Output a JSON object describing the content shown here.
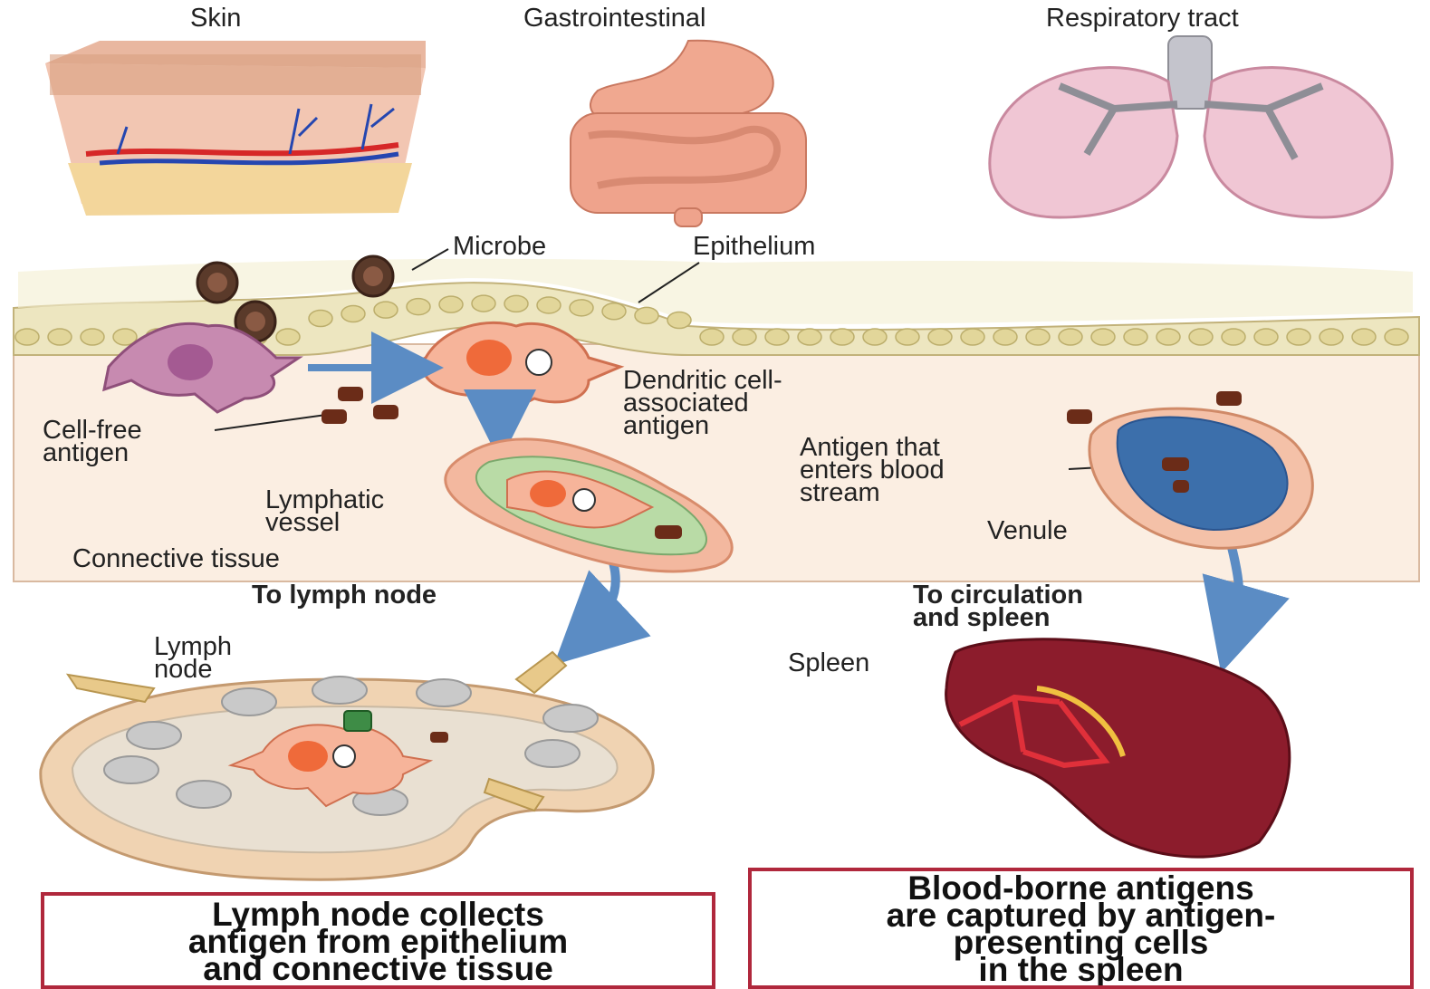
{
  "organs": {
    "skin": "Skin",
    "gastrointestinal": "Gastrointestinal",
    "respiratory": "Respiratory tract"
  },
  "labels": {
    "microbe": "Microbe",
    "epithelium": "Epithelium",
    "dendritic": "Dendritic cell-\nassociated\nantigen",
    "cell_free": "Cell-free\nantigen",
    "lymphatic_vessel": "Lymphatic\nvessel",
    "connective_tissue": "Connective tissue",
    "blood_antigen": "Antigen that\nenters blood\nstream",
    "venule": "Venule",
    "to_lymph_node": "To lymph node",
    "to_circulation": "To circulation\nand spleen",
    "lymph_node": "Lymph\nnode",
    "spleen": "Spleen"
  },
  "captions": {
    "lymph_node": "Lymph node collects\nantigen from epithelium\nand connective tissue",
    "spleen": "Blood-borne antigens\nare captured by antigen-\npresenting cells\nin the spleen"
  },
  "colors": {
    "epithelium": "#ede6c0",
    "connective": "#fbeee2",
    "dendritic": "#f08a60",
    "arrow": "#5b8cc4",
    "spleen": "#8c1c2c",
    "caption_border": "#b0283c"
  }
}
